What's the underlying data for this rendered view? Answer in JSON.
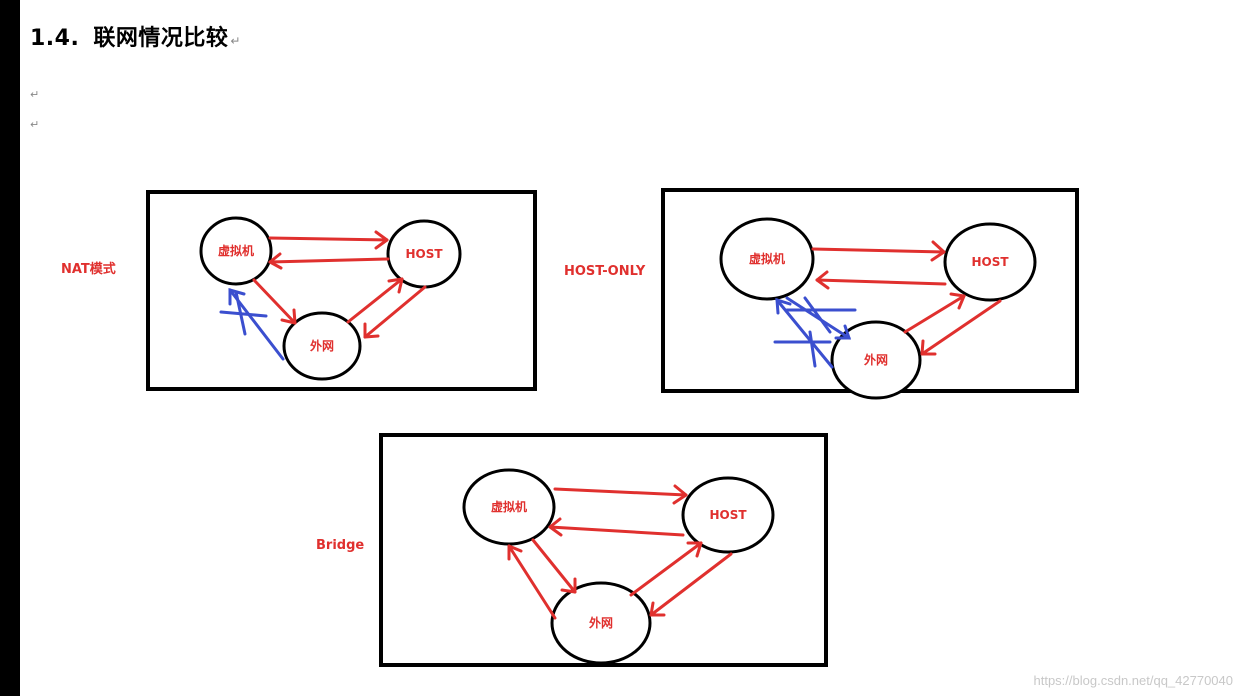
{
  "heading": {
    "number": "1.4.",
    "title": "联网情况比较",
    "mark": "↵"
  },
  "empty_paragraph_mark": "↵",
  "nodes": {
    "vm": "虚拟机",
    "host": "HOST",
    "internet": "外网"
  },
  "diagrams": [
    {
      "label": "NAT模式"
    },
    {
      "label": "HOST-ONLY"
    },
    {
      "label": "Bridge"
    }
  ],
  "colors": {
    "arrow_red": "#e0302e",
    "blocked_blue": "#3b4fcf",
    "frame": "#000000"
  },
  "watermark": "https://blog.csdn.net/qq_42770040"
}
